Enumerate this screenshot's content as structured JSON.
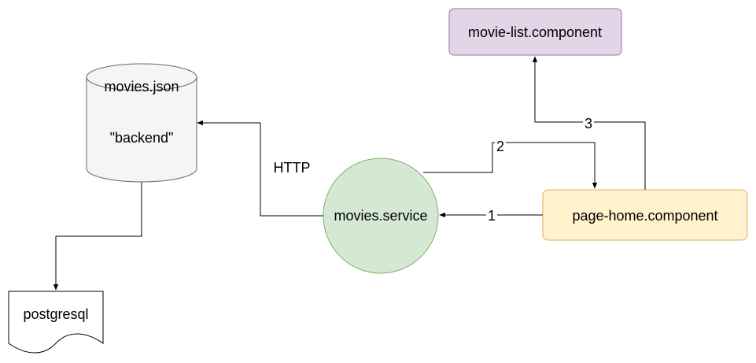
{
  "nodes": {
    "movies_json": {
      "title": "movies.json",
      "subtitle": "\"backend\"",
      "fill": "#f5f5f5",
      "stroke": "#666666",
      "shape": "cylinder"
    },
    "postgresql": {
      "label": "postgresql",
      "fill": "#ffffff",
      "stroke": "#000000",
      "shape": "document"
    },
    "movies_service": {
      "label": "movies.service",
      "fill": "#d5e8d4",
      "stroke": "#82b366",
      "shape": "circle"
    },
    "movie_list": {
      "label": "movie-list.component",
      "fill": "#e1d5e7",
      "stroke": "#9673a6",
      "shape": "rounded-rectangle"
    },
    "page_home": {
      "label": "page-home.component",
      "fill": "#fff2cc",
      "stroke": "#d6b656",
      "shape": "rounded-rectangle"
    }
  },
  "edges": {
    "http": {
      "label": "HTTP"
    },
    "step1": {
      "label": "1"
    },
    "step2": {
      "label": "2"
    },
    "step3": {
      "label": "3"
    },
    "db": {
      "label": ""
    }
  }
}
